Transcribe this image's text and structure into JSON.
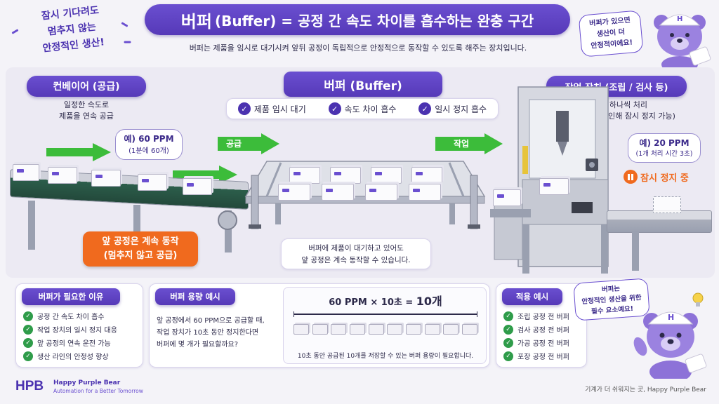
{
  "header": {
    "title_main": "버퍼",
    "title_rest": "(Buffer) = 공정 간 속도 차이를 흡수하는 완충 구간",
    "subtitle": "버퍼는 제품을 임시로 대기시켜 앞뒤 공정이 독립적으로 안정적으로 동작할 수 있도록 해주는 장치입니다."
  },
  "slogan": [
    "잠시 기다려도",
    "멈추지 않는",
    "안정적인 생산!"
  ],
  "bear_top_bubble": [
    "버퍼가 있으면",
    "생산이 더",
    "안정적이에요!"
  ],
  "bear_bottom_bubble": [
    "버퍼는",
    "안정적인 생산을 위한",
    "필수 요소예요!"
  ],
  "conveyor": {
    "label": "컨베이어 (공급)",
    "desc": [
      "일정한 속도로",
      "제품을 연속 공급"
    ],
    "rate_bubble": [
      "예) 60 PPM",
      "(1분에 60개)"
    ],
    "callout": [
      "앞 공정은 계속 동작",
      "(멈추지 않고 공급)"
    ]
  },
  "buffer": {
    "label": "버퍼 (Buffer)",
    "features": [
      "제품 임시 대기",
      "속도 차이 흡수",
      "일시 정지 흡수"
    ],
    "supply_arrow": "공급",
    "work_arrow": "작업",
    "note": [
      "버퍼에 제품이 대기하고 있어도",
      "앞 공정은 계속 동작할 수 있습니다."
    ]
  },
  "machine": {
    "label": "작업 장치 (조립 / 검사 등)",
    "desc": [
      "제품을 하나씩 처리",
      "(작업 시간으로 인해 잠시 정지 가능)"
    ],
    "rate_bubble": [
      "예) 20 PPM",
      "(1개 처리 시간 3초)"
    ],
    "pause_label": "잠시 정지 중"
  },
  "reasons": {
    "title": "버퍼가 필요한 이유",
    "items": [
      "공정 간 속도 차이 흡수",
      "작업 장치의 일시 정지 대응",
      "앞 공정의 연속 운전 가능",
      "생산 라인의 안정성 향상"
    ]
  },
  "capacity": {
    "title": "버퍼 용량 예시",
    "question": [
      "앞 공정에서 60 PPM으로 공급할 때,",
      "작업 장치가 10초 동안 정지한다면",
      "버퍼에 몇 개가 필요할까요?"
    ],
    "formula_left": "60 PPM × 10초 = ",
    "formula_result": "10개",
    "box_count": 10,
    "note": "10초 동안 공급된 10개를 저장할 수 있는 버퍼 용량이 필요합니다."
  },
  "applications": {
    "title": "적용 예시",
    "items": [
      "조립 공정 전 버퍼",
      "검사 공정 전 버퍼",
      "가공 공정 전 버퍼",
      "포장 공정 전 버퍼"
    ]
  },
  "footer": {
    "logo": "HPB",
    "brand": "Happy Purple Bear",
    "tagline": "Automation for a Better Tomorrow",
    "right": "기계가 더 쉬워지는 곳, Happy Purple Bear"
  },
  "colors": {
    "accent_purple": "#5639b8",
    "supply_green": "#3cbc3a",
    "callout_orange": "#f06a1e",
    "check_green": "#2f9c4a"
  }
}
